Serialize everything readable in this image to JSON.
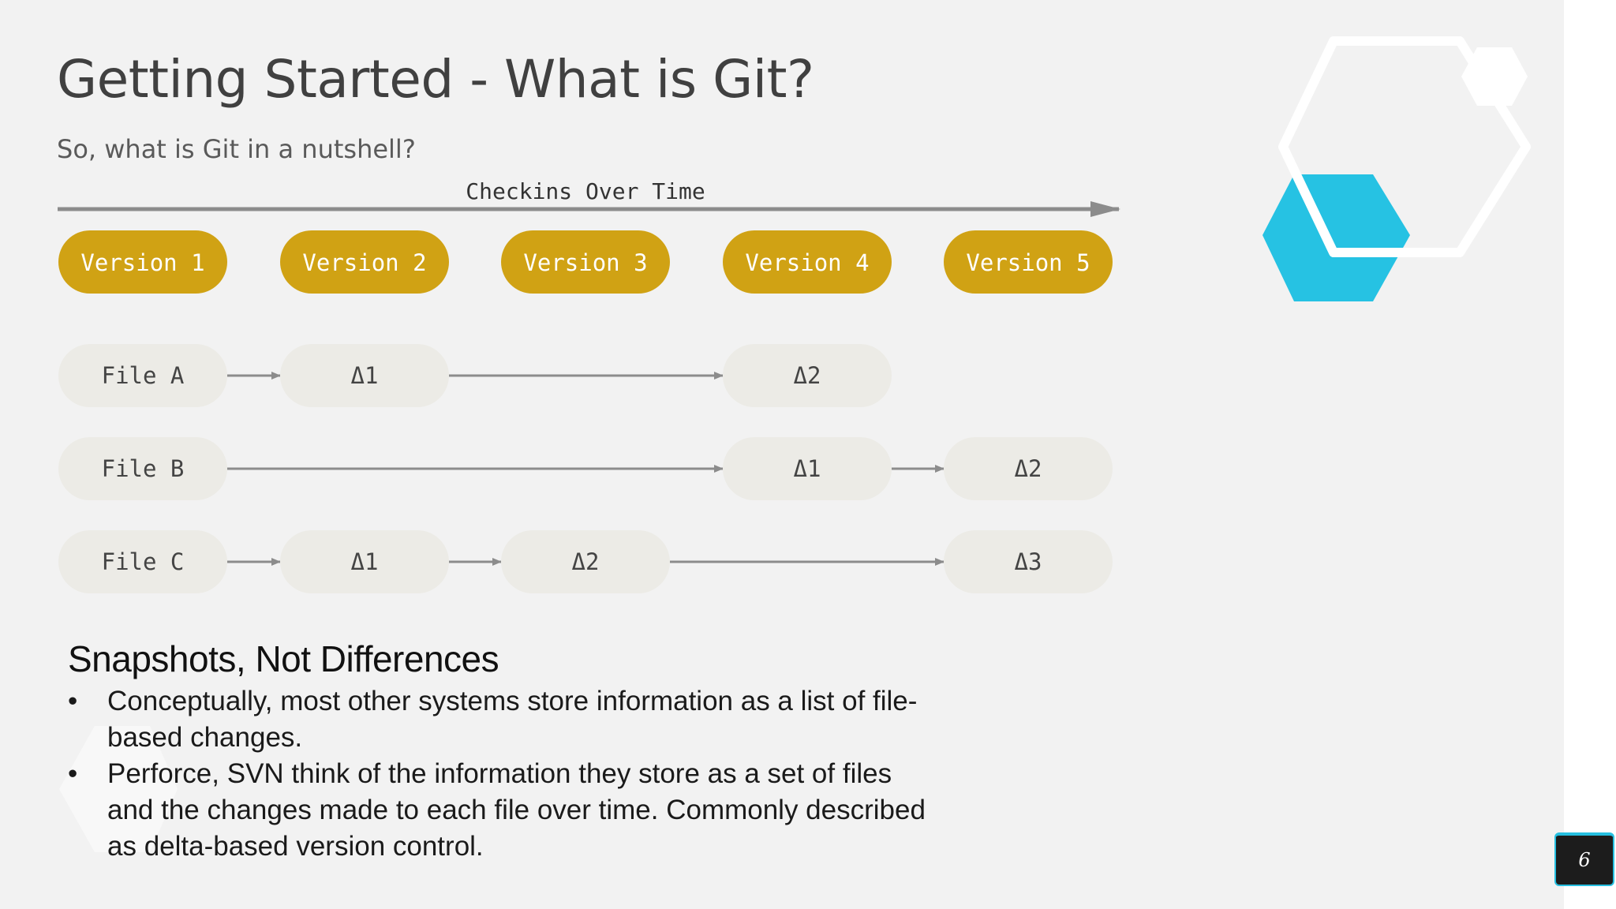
{
  "slide": {
    "title": "Getting Started - What is Git?",
    "subtitle": "So, what is Git in a nutshell?",
    "page_number": "6"
  },
  "diagram": {
    "timeline_label": "Checkins Over Time",
    "versions": [
      "Version 1",
      "Version 2",
      "Version 3",
      "Version 4",
      "Version 5"
    ],
    "files": [
      {
        "label": "File A",
        "deltas": [
          "Δ1",
          "Δ2"
        ]
      },
      {
        "label": "File B",
        "deltas": [
          "Δ1",
          "Δ2"
        ]
      },
      {
        "label": "File C",
        "deltas": [
          "Δ1",
          "Δ2",
          "Δ3"
        ]
      }
    ]
  },
  "section": {
    "heading": "Snapshots, Not Differences",
    "bullet_marker": "•",
    "bullets": [
      "Conceptually, most other systems store information as a list of file-based changes.",
      "Perforce, SVN think of the information they store as a set of files and the changes made to each file over time. Commonly described as delta-based version control."
    ]
  },
  "colors": {
    "version_pill": "#d0a214",
    "file_pill": "#ecebe6",
    "accent_cyan": "#26c2e3",
    "arrow_gray": "#8c8c8c"
  }
}
